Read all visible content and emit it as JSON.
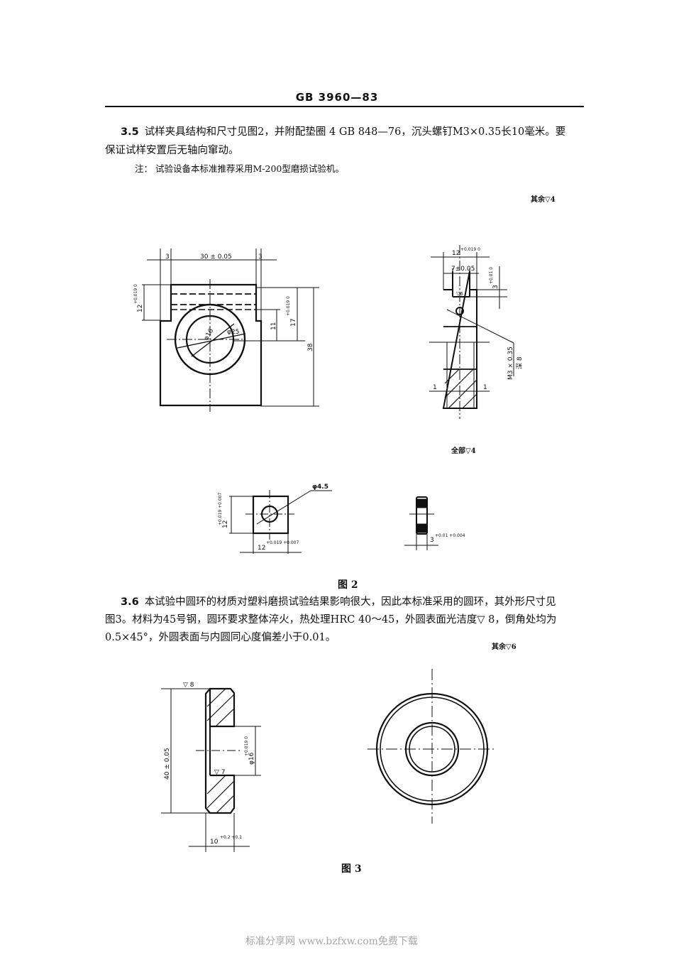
{
  "header": {
    "doc_number": "GB 3960—83"
  },
  "section_3_5": {
    "number": "3.5",
    "line1": "试样夹具结构和尺寸见图2，并附配垫圈  4  GB 848—76，沉头螺钉M3×0.35长10毫米。要",
    "line2": "保证试样安置后无轴向窜动。",
    "note": "注：  试验设备本标准推荐采用M-200型磨损试验机。"
  },
  "figure2": {
    "surface_note_rest": "其余▽4",
    "surface_note_all": "全部▽4",
    "caption": "图  2",
    "dims": {
      "width_30": "30 ± 0.05",
      "side_3a": "3",
      "side_3b": "3",
      "h12": "12",
      "h12_tol": "+0.019 0",
      "phi16": "φ16",
      "phi16_tol": "+0.019 0",
      "phi25": "φ25",
      "h11": "11",
      "h17": "17",
      "h17_tol": "+0.019 0",
      "h38": "38",
      "side_12": "12",
      "side_12_tol": "+0.019 0",
      "slot_7": "7±0.05",
      "slot_3": "3",
      "slot_3_tol": "+0.01 0",
      "slot_finish": "▽6",
      "thread": "M3 × 0.35",
      "thread_depth": "深 8",
      "section_mark": "1",
      "hole_phi": "φ4.5",
      "sq_h12": "12",
      "sq_h12_tol": "+0.019 +0.007",
      "sq_w12": "12",
      "sq_w12_tol": "+0.019 +0.007",
      "thick_3": "3",
      "thick_3_tol": "+0.01 +0.004"
    }
  },
  "section_3_6": {
    "number": "3.6",
    "line1": "本试验中圆环的材质对塑料磨损试验结果影响很大，因此本标准采用的圆环，其外形尺寸见",
    "line2": "图3。材料为45号钢，圆环要求整体淬火，热处理HRC 40～45，外圆表面光洁度▽ 8，倒角处均为",
    "line3": "0.5×45°，外圆表面与内圆同心度偏差小于0.01。"
  },
  "figure3": {
    "surface_note_rest": "其余▽6",
    "caption": "图  3",
    "dims": {
      "finish_outer": "▽ 8",
      "finish_inner": "▽ 7",
      "height_40": "40 ± 0.05",
      "phi16": "φ16",
      "phi16_tol": "+0.019 0",
      "width_10": "10",
      "width_10_tol": "+0.2 +0.1"
    }
  },
  "watermark": "标准分享网 www.bzfxw.com免费下载"
}
